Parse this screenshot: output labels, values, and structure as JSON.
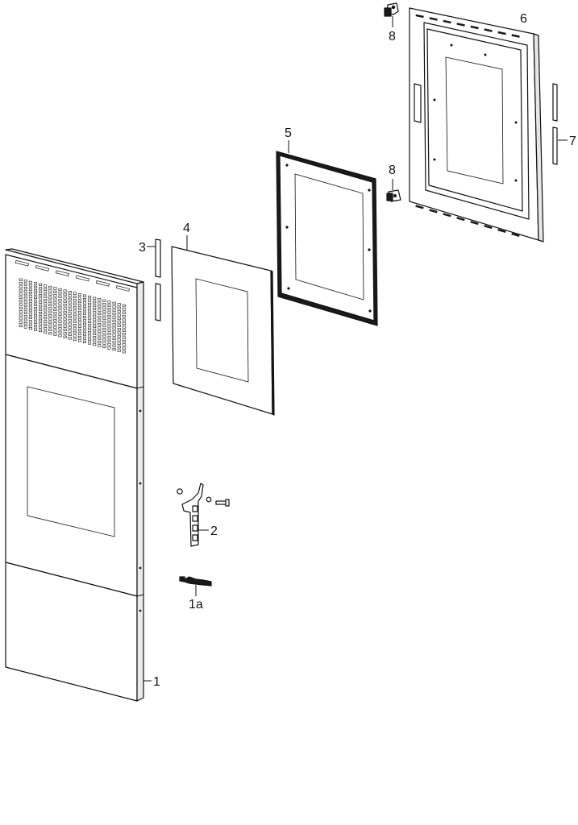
{
  "diagram": {
    "colors": {
      "line": "#111111",
      "panel_face": "#ffffff",
      "panel_shadow": "#d9d9d9",
      "gasket": "#1a1a1a",
      "glass": "#ffffff"
    },
    "callouts": [
      {
        "id": "1",
        "text": "1"
      },
      {
        "id": "1a",
        "text": "1a"
      },
      {
        "id": "2",
        "text": "2"
      },
      {
        "id": "3",
        "text": "3"
      },
      {
        "id": "4",
        "text": "4"
      },
      {
        "id": "5",
        "text": "5"
      },
      {
        "id": "6",
        "text": "6"
      },
      {
        "id": "7",
        "text": "7"
      },
      {
        "id": "8a",
        "text": "8"
      },
      {
        "id": "8b",
        "text": "8"
      }
    ],
    "parts": [
      {
        "ref": "1",
        "kind": "outer-door-panel"
      },
      {
        "ref": "1a",
        "kind": "logo-badge"
      },
      {
        "ref": "2",
        "kind": "hinge-bracket"
      },
      {
        "ref": "3",
        "kind": "side-trim-strips"
      },
      {
        "ref": "4",
        "kind": "glass-pane"
      },
      {
        "ref": "5",
        "kind": "door-gasket-frame"
      },
      {
        "ref": "6",
        "kind": "inner-door-frame"
      },
      {
        "ref": "7",
        "kind": "side-trim-strips"
      },
      {
        "ref": "8",
        "kind": "latch-hook"
      }
    ]
  }
}
